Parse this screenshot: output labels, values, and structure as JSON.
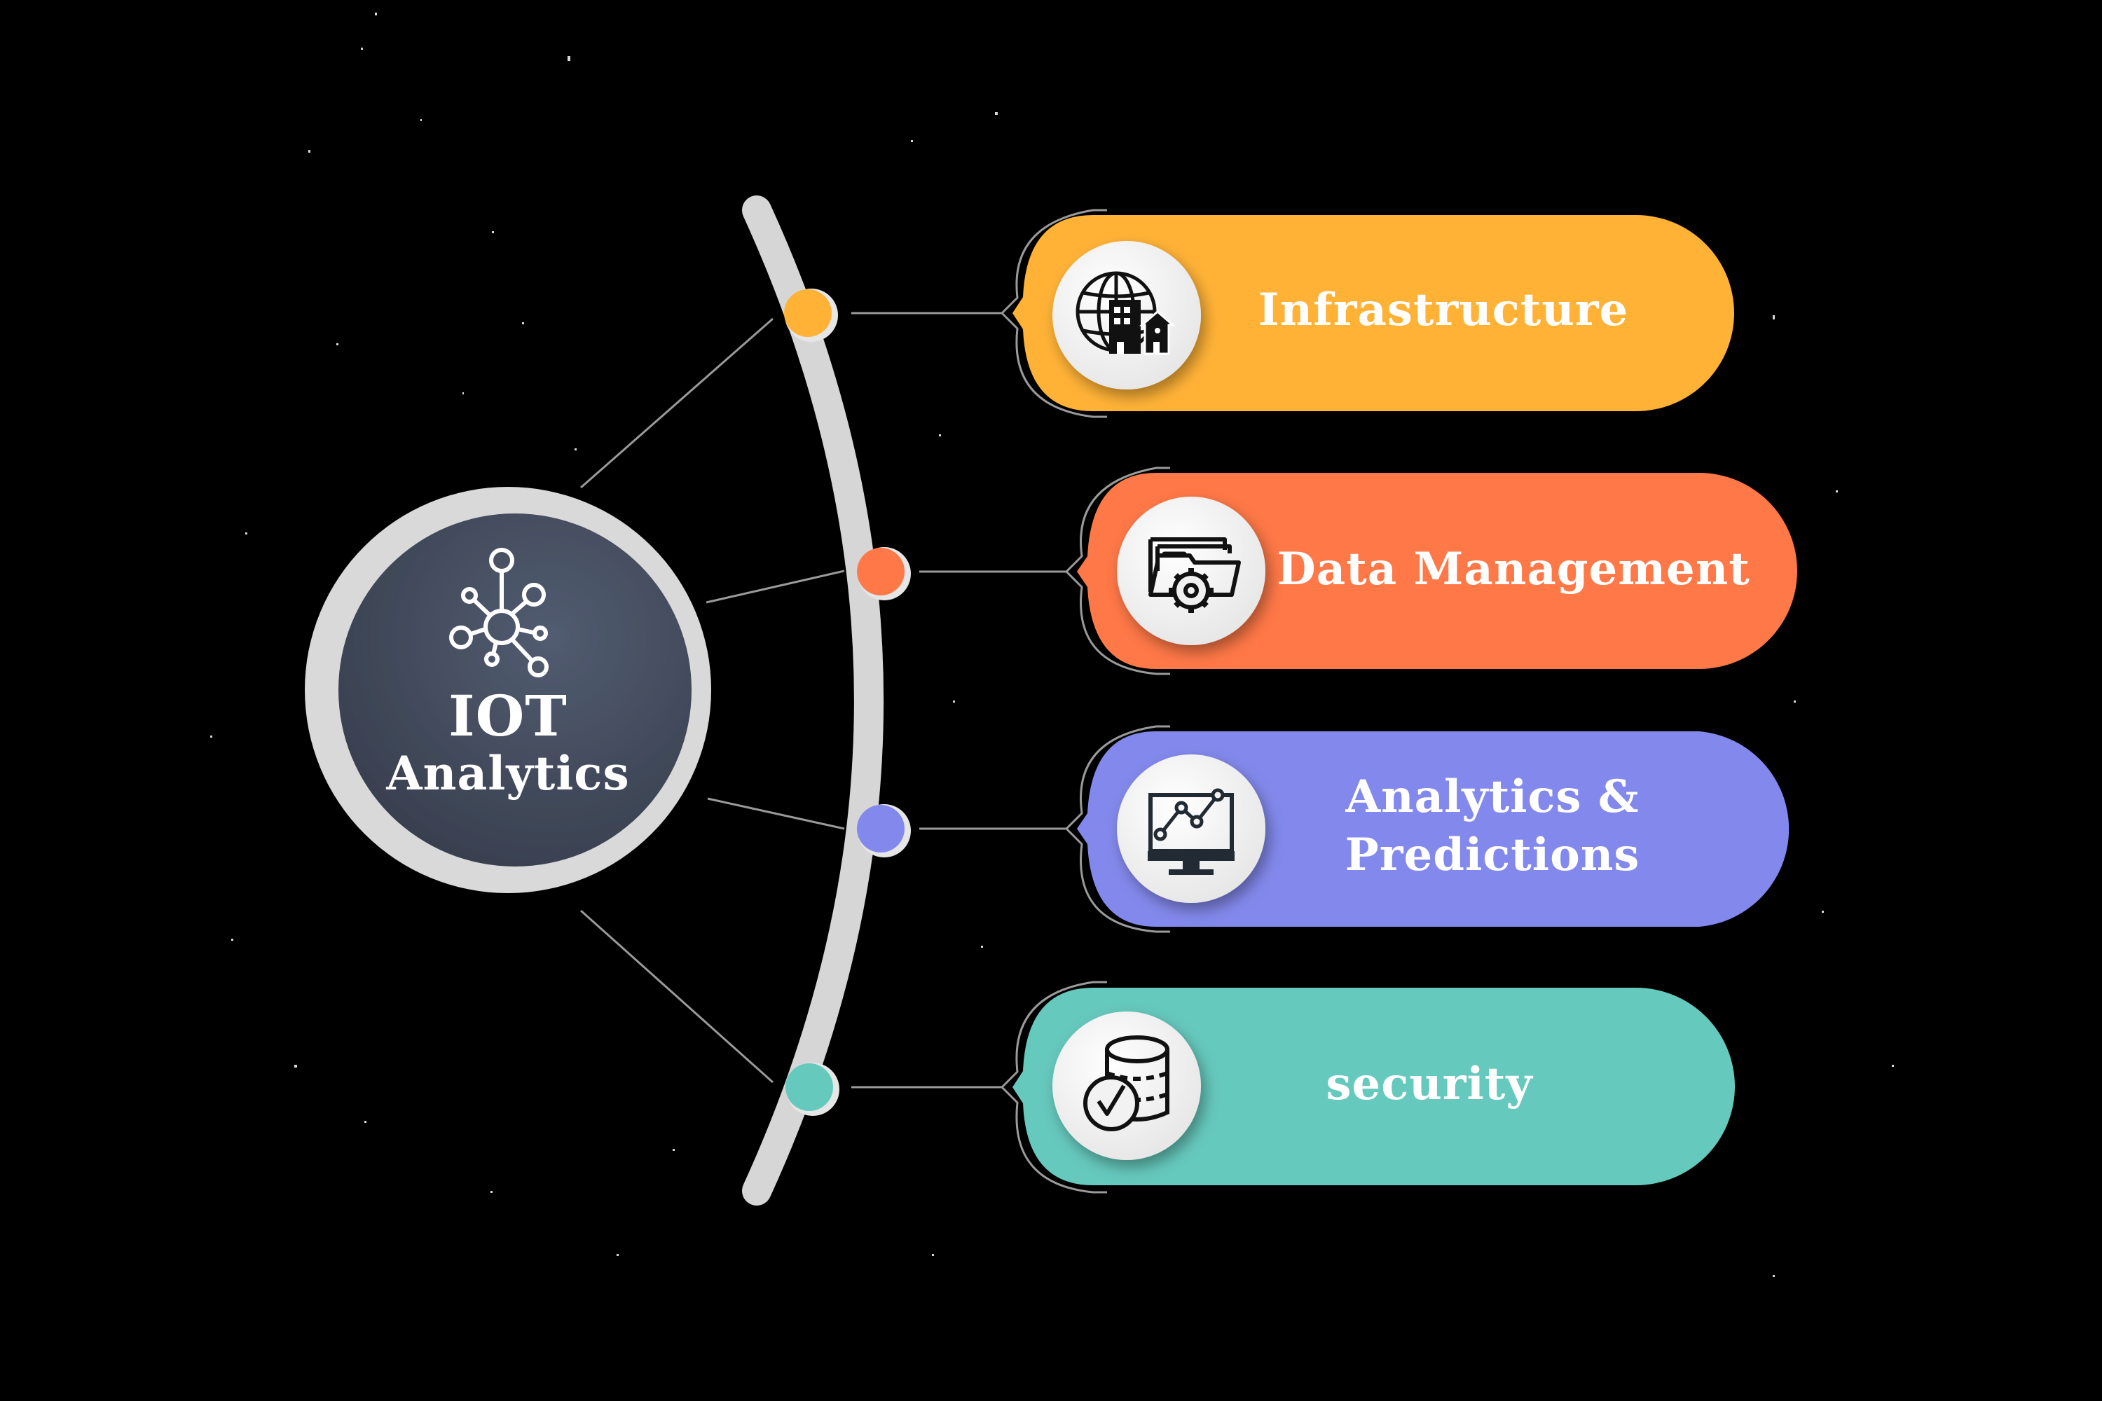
{
  "hub": {
    "title_line1": "IOT",
    "title_line2": "Analytics",
    "icon": "network-hub-icon",
    "fill": "#454e60",
    "ring": "#d9d9d9"
  },
  "arc": {
    "color": "#d6d6d6"
  },
  "connector_color": "#9a9a9a",
  "background": "#000000",
  "branches": [
    {
      "label": "Infrastructure",
      "icon": "globe-building-icon",
      "color": "#ffb236"
    },
    {
      "label": "Data Management",
      "icon": "folder-gear-icon",
      "color": "#ff7847"
    },
    {
      "label_line1": "Analytics &",
      "label_line2": "Predictions",
      "icon": "monitor-chart-icon",
      "color": "#8389ec"
    },
    {
      "label": "security",
      "icon": "database-check-icon",
      "color": "#66c9bd"
    }
  ]
}
